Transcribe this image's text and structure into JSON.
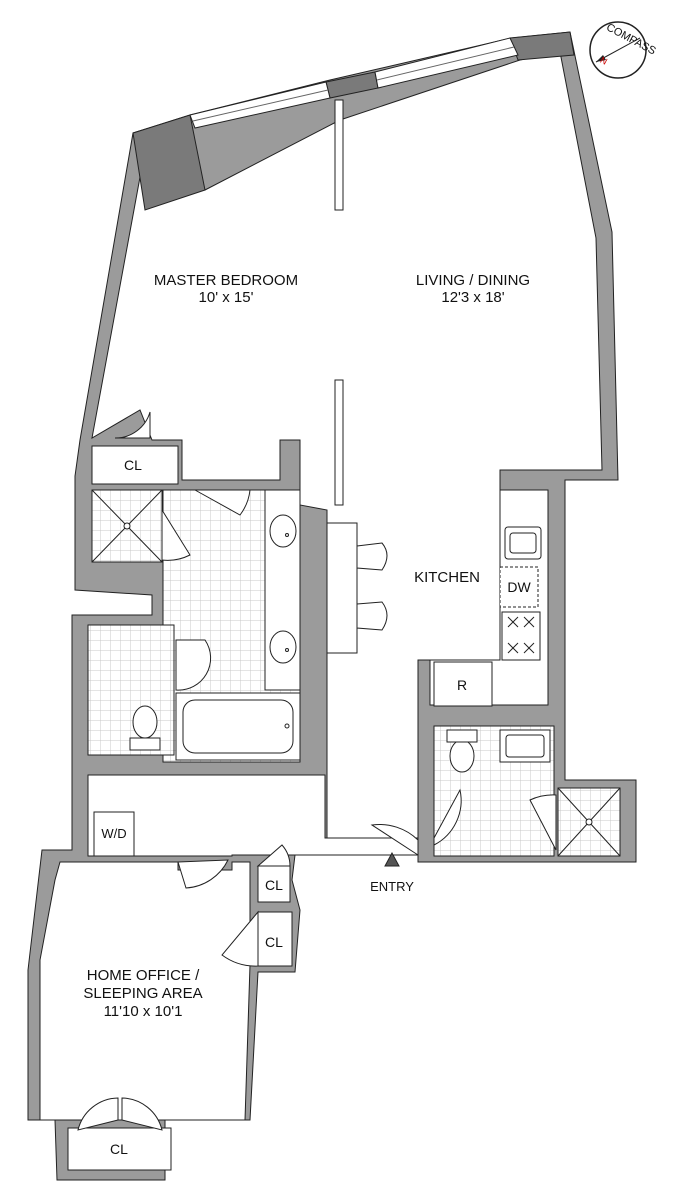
{
  "compass": {
    "label": "COMPASS",
    "north": "N"
  },
  "rooms": {
    "master_bedroom": {
      "name": "MASTER BEDROOM",
      "size": "10' x 15'"
    },
    "living_dining": {
      "name": "LIVING / DINING",
      "size": "12'3 x 18'"
    },
    "kitchen": {
      "name": "KITCHEN"
    },
    "home_office": {
      "name_line1": "HOME OFFICE /",
      "name_line2": "SLEEPING AREA",
      "size": "11'10 x 10'1"
    }
  },
  "fixtures": {
    "dishwasher": "DW",
    "refrigerator": "R",
    "washer_dryer": "W/D",
    "closet_bedroom": "CL",
    "closet_entry_1": "CL",
    "closet_entry_2": "CL",
    "closet_office": "CL"
  },
  "entry": {
    "label": "ENTRY"
  },
  "colors": {
    "wall": "#999999",
    "wall_outline": "#222222",
    "dark_wall": "#7a7a7a",
    "tile": "#cccccc"
  }
}
